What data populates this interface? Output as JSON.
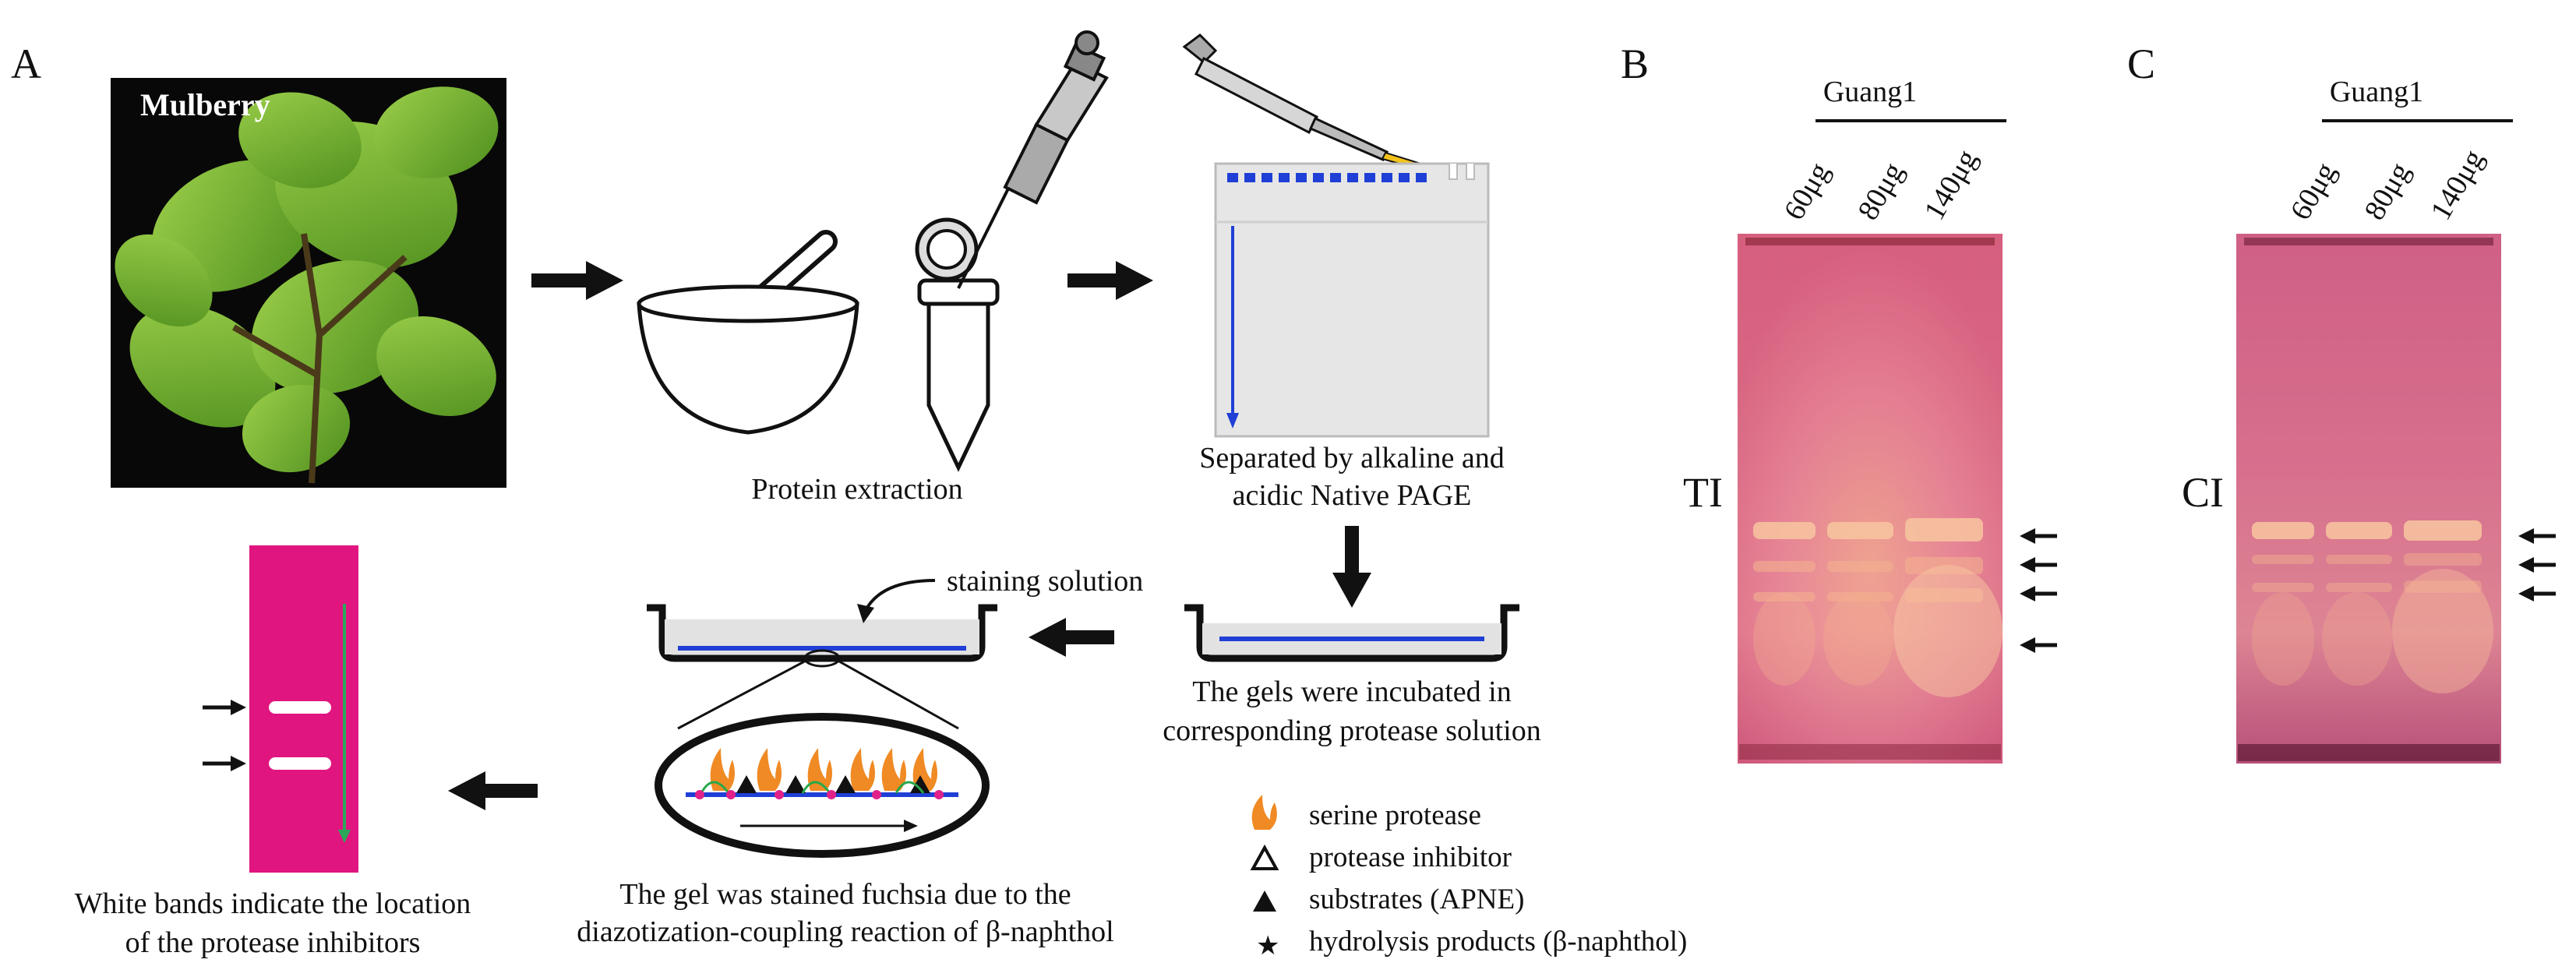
{
  "panels": {
    "a": "A",
    "b": "B",
    "c": "C"
  },
  "photo": {
    "label": "Mulberry"
  },
  "steps": {
    "extraction": "Protein extraction",
    "separation_line1": "Separated by alkaline and",
    "separation_line2": "acidic Native PAGE",
    "incubation_line1": "The gels were incubated in",
    "incubation_line2": "corresponding protease solution",
    "staining_label": "staining solution",
    "stain_line1": "The gel was stained fuchsia due to the",
    "stain_line2": "diazotization-coupling reaction of β-naphthol",
    "result_line1": "White bands indicate the location",
    "result_line2": "of the protease inhibitors"
  },
  "legend": [
    {
      "symbol": "flame",
      "label": "serine protease",
      "color": "#f08a24"
    },
    {
      "symbol": "open-triangle",
      "label": "protease inhibitor",
      "color": "#111111"
    },
    {
      "symbol": "filled-triangle",
      "label": "substrates (APNE)",
      "color": "#111111"
    },
    {
      "symbol": "star",
      "label": "hydrolysis products (β-naphthol)",
      "color": "#e0218a"
    }
  ],
  "gels": [
    {
      "id": "b",
      "group": "Guang1",
      "lanes": [
        "60μg",
        "80μg",
        "140μg"
      ],
      "side_label": "TI",
      "band_arrows": 4
    },
    {
      "id": "c",
      "group": "Guang1",
      "lanes": [
        "60μg",
        "80μg",
        "140μg"
      ],
      "side_label": "CI",
      "band_arrows": 3
    }
  ],
  "colors": {
    "fuchsia": "#e0157f",
    "gel_pink": "#d8607a",
    "gel_band": "#f8c6a0",
    "blue": "#1f3fd6",
    "gray": "#cfcfcf"
  }
}
